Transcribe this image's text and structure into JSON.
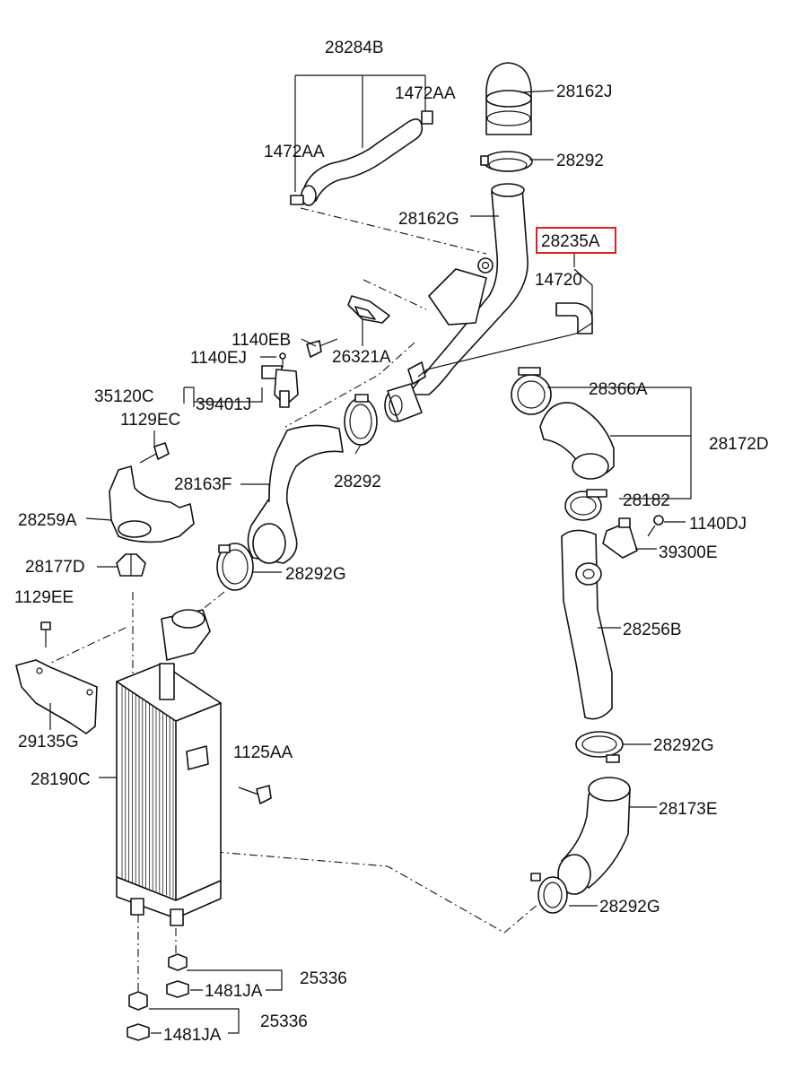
{
  "labels": [
    {
      "id": "28284B",
      "text": "28284B"
    },
    {
      "id": "1472AA-a",
      "text": "1472AA"
    },
    {
      "id": "1472AA-b",
      "text": "1472AA"
    },
    {
      "id": "28162J",
      "text": "28162J"
    },
    {
      "id": "28292-a",
      "text": "28292"
    },
    {
      "id": "28162G",
      "text": "28162G"
    },
    {
      "id": "28235A",
      "text": "28235A"
    },
    {
      "id": "14720",
      "text": "14720"
    },
    {
      "id": "1140EB",
      "text": "1140EB"
    },
    {
      "id": "26321A",
      "text": "26321A"
    },
    {
      "id": "1140EJ",
      "text": "1140EJ"
    },
    {
      "id": "35120C",
      "text": "35120C"
    },
    {
      "id": "39401J",
      "text": "39401J"
    },
    {
      "id": "1129EC",
      "text": "1129EC"
    },
    {
      "id": "28366A",
      "text": "28366A"
    },
    {
      "id": "28172D",
      "text": "28172D"
    },
    {
      "id": "28163F",
      "text": "28163F"
    },
    {
      "id": "28292-b",
      "text": "28292"
    },
    {
      "id": "28182",
      "text": "28182"
    },
    {
      "id": "28259A",
      "text": "28259A"
    },
    {
      "id": "1140DJ",
      "text": "1140DJ"
    },
    {
      "id": "39300E",
      "text": "39300E"
    },
    {
      "id": "28177D",
      "text": "28177D"
    },
    {
      "id": "28292G-a",
      "text": "28292G"
    },
    {
      "id": "1129EE",
      "text": "1129EE"
    },
    {
      "id": "28256B",
      "text": "28256B"
    },
    {
      "id": "29135G",
      "text": "29135G"
    },
    {
      "id": "28292G-b",
      "text": "28292G"
    },
    {
      "id": "1125AA",
      "text": "1125AA"
    },
    {
      "id": "28190C",
      "text": "28190C"
    },
    {
      "id": "28173E",
      "text": "28173E"
    },
    {
      "id": "28292G-c",
      "text": "28292G"
    },
    {
      "id": "25336-a",
      "text": "25336"
    },
    {
      "id": "1481JA-a",
      "text": "1481JA"
    },
    {
      "id": "25336-b",
      "text": "25336"
    },
    {
      "id": "1481JA-b",
      "text": "1481JA"
    }
  ],
  "highlight": {
    "label_id": "28235A",
    "color": "#e0201b"
  }
}
